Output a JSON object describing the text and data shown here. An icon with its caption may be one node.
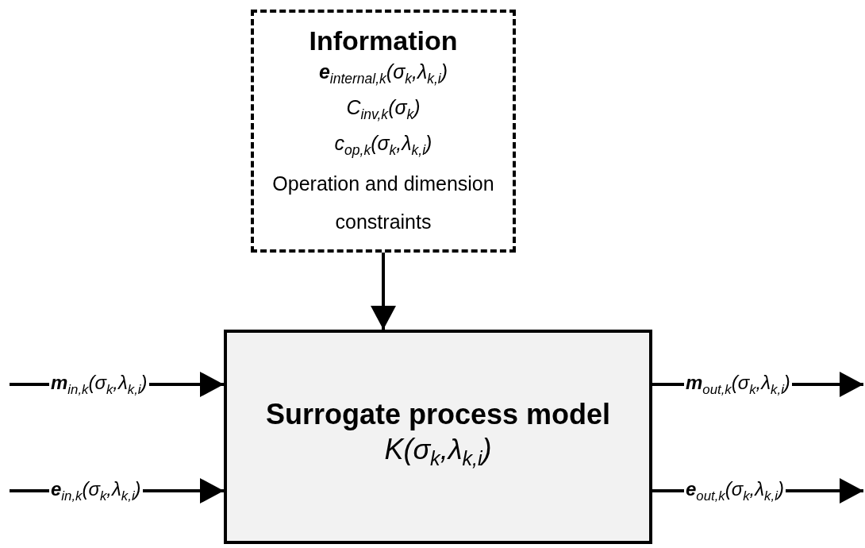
{
  "diagram": {
    "nodes": [
      {
        "text": [
          "Information",
          "**e**$_{internal,k}$(σ$_{k}$,λ$_{k,i}$)",
          "C$_{inv,k}$(σ$_{k}$)",
          "c$_{op,k}$(σ$_{k}$,λ$_{k,i}$)",
          "Operation and dimension constraints"
        ]
      },
      {
        "text": [
          "Surrogate process model",
          "K(σ$_{k}$,λ$_{k,i}$)"
        ]
      }
    ],
    "edges": [
      {
        "from": 0,
        "to": 1,
        "arrow": "to"
      },
      {
        "from": null,
        "to": 1,
        "arrow": "to",
        "label": "**m**$_{in,k}$(σ$_{k}$,λ$_{k,i}$)"
      },
      {
        "from": null,
        "to": 1,
        "arrow": "to",
        "label": "**e**$_{in,k}$(σ$_{k}$,λ$_{k,i}$)"
      },
      {
        "from": 1,
        "to": null,
        "arrow": "to",
        "label": "**m**$_{out,k}$(σ$_{k}$,λ$_{k,i}$)"
      },
      {
        "from": 1,
        "to": null,
        "arrow": "to",
        "label": "**e**$_{out,k}$(σ$_{k}$,λ$_{k,i}$)"
      }
    ]
  }
}
